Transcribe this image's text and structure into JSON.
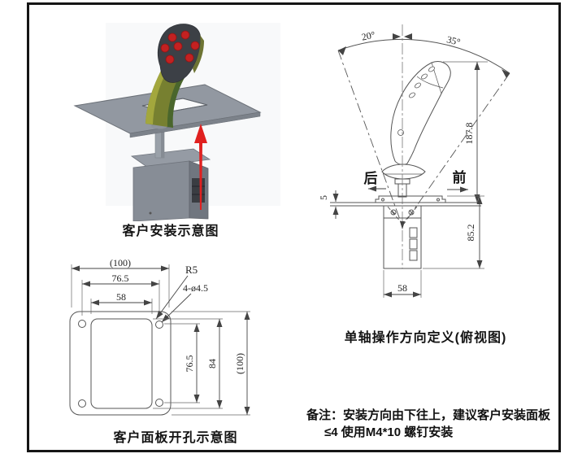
{
  "colors": {
    "frame": "#151515",
    "drawing_line": "#555555",
    "red_arrow": "#e0201f",
    "button_red": "#c32121",
    "handle_olive": "#778030",
    "panel_gray": "#9298a1"
  },
  "install_figure": {
    "caption": "客户安装示意图"
  },
  "direction_figure": {
    "caption": "单轴操作方向定义(俯视图)",
    "angle_left": "20°",
    "angle_right": "35°",
    "rear_label": "后",
    "front_label": "前",
    "dim_total_height": "187.8",
    "dim_panel_thickness": "5",
    "dim_under_panel_height": "85.2",
    "dim_base_width": "58"
  },
  "cutout_figure": {
    "caption": "客户面板开孔示意图",
    "dim_outer_width": "(100)",
    "dim_hole_pitch_h": "76.5",
    "dim_cutout_width": "58",
    "radius_label": "R5",
    "holes_label": "4-ø4.5",
    "dim_hole_pitch_v": "76.5",
    "dim_cutout_height": "84",
    "dim_outer_height": "(100)"
  },
  "note": {
    "line1": "备注：安装方向由下往上，建议客户安装面板",
    "line2": "≤4 使用M4*10 螺钉安装"
  }
}
